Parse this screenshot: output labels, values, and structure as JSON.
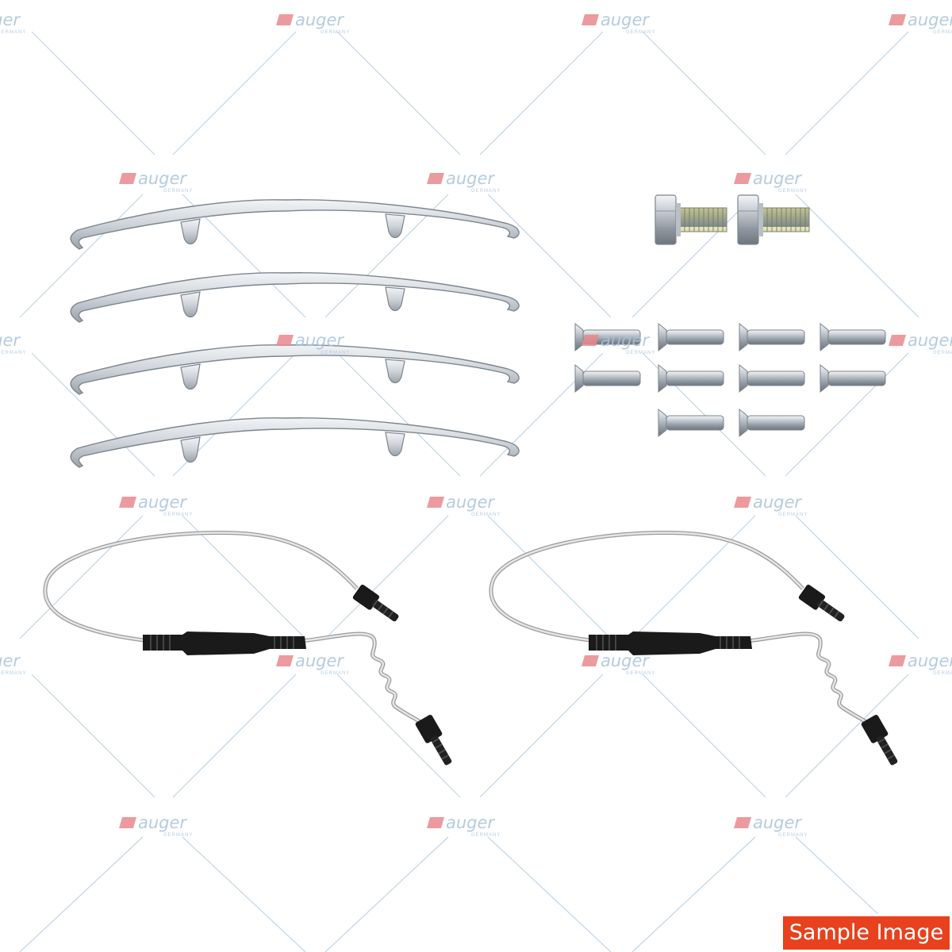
{
  "watermark": {
    "brand": "auger",
    "sub": "GERMANY",
    "mark_color": "#e88a8f",
    "text_color": "#a9c4db",
    "line_color": "#b9d0e4"
  },
  "product": {
    "spring_clips": {
      "count": 4,
      "color": "#d6dbe1"
    },
    "hex_bolts": {
      "count": 2
    },
    "countersunk_rivets": {
      "count": 10
    },
    "wear_sensor_cables": {
      "count": 2,
      "boot_color": "#1a1a1a",
      "wire_color": "#d4d4d4"
    }
  },
  "badge": {
    "label": "Sample Image",
    "color": "#e8411e"
  }
}
